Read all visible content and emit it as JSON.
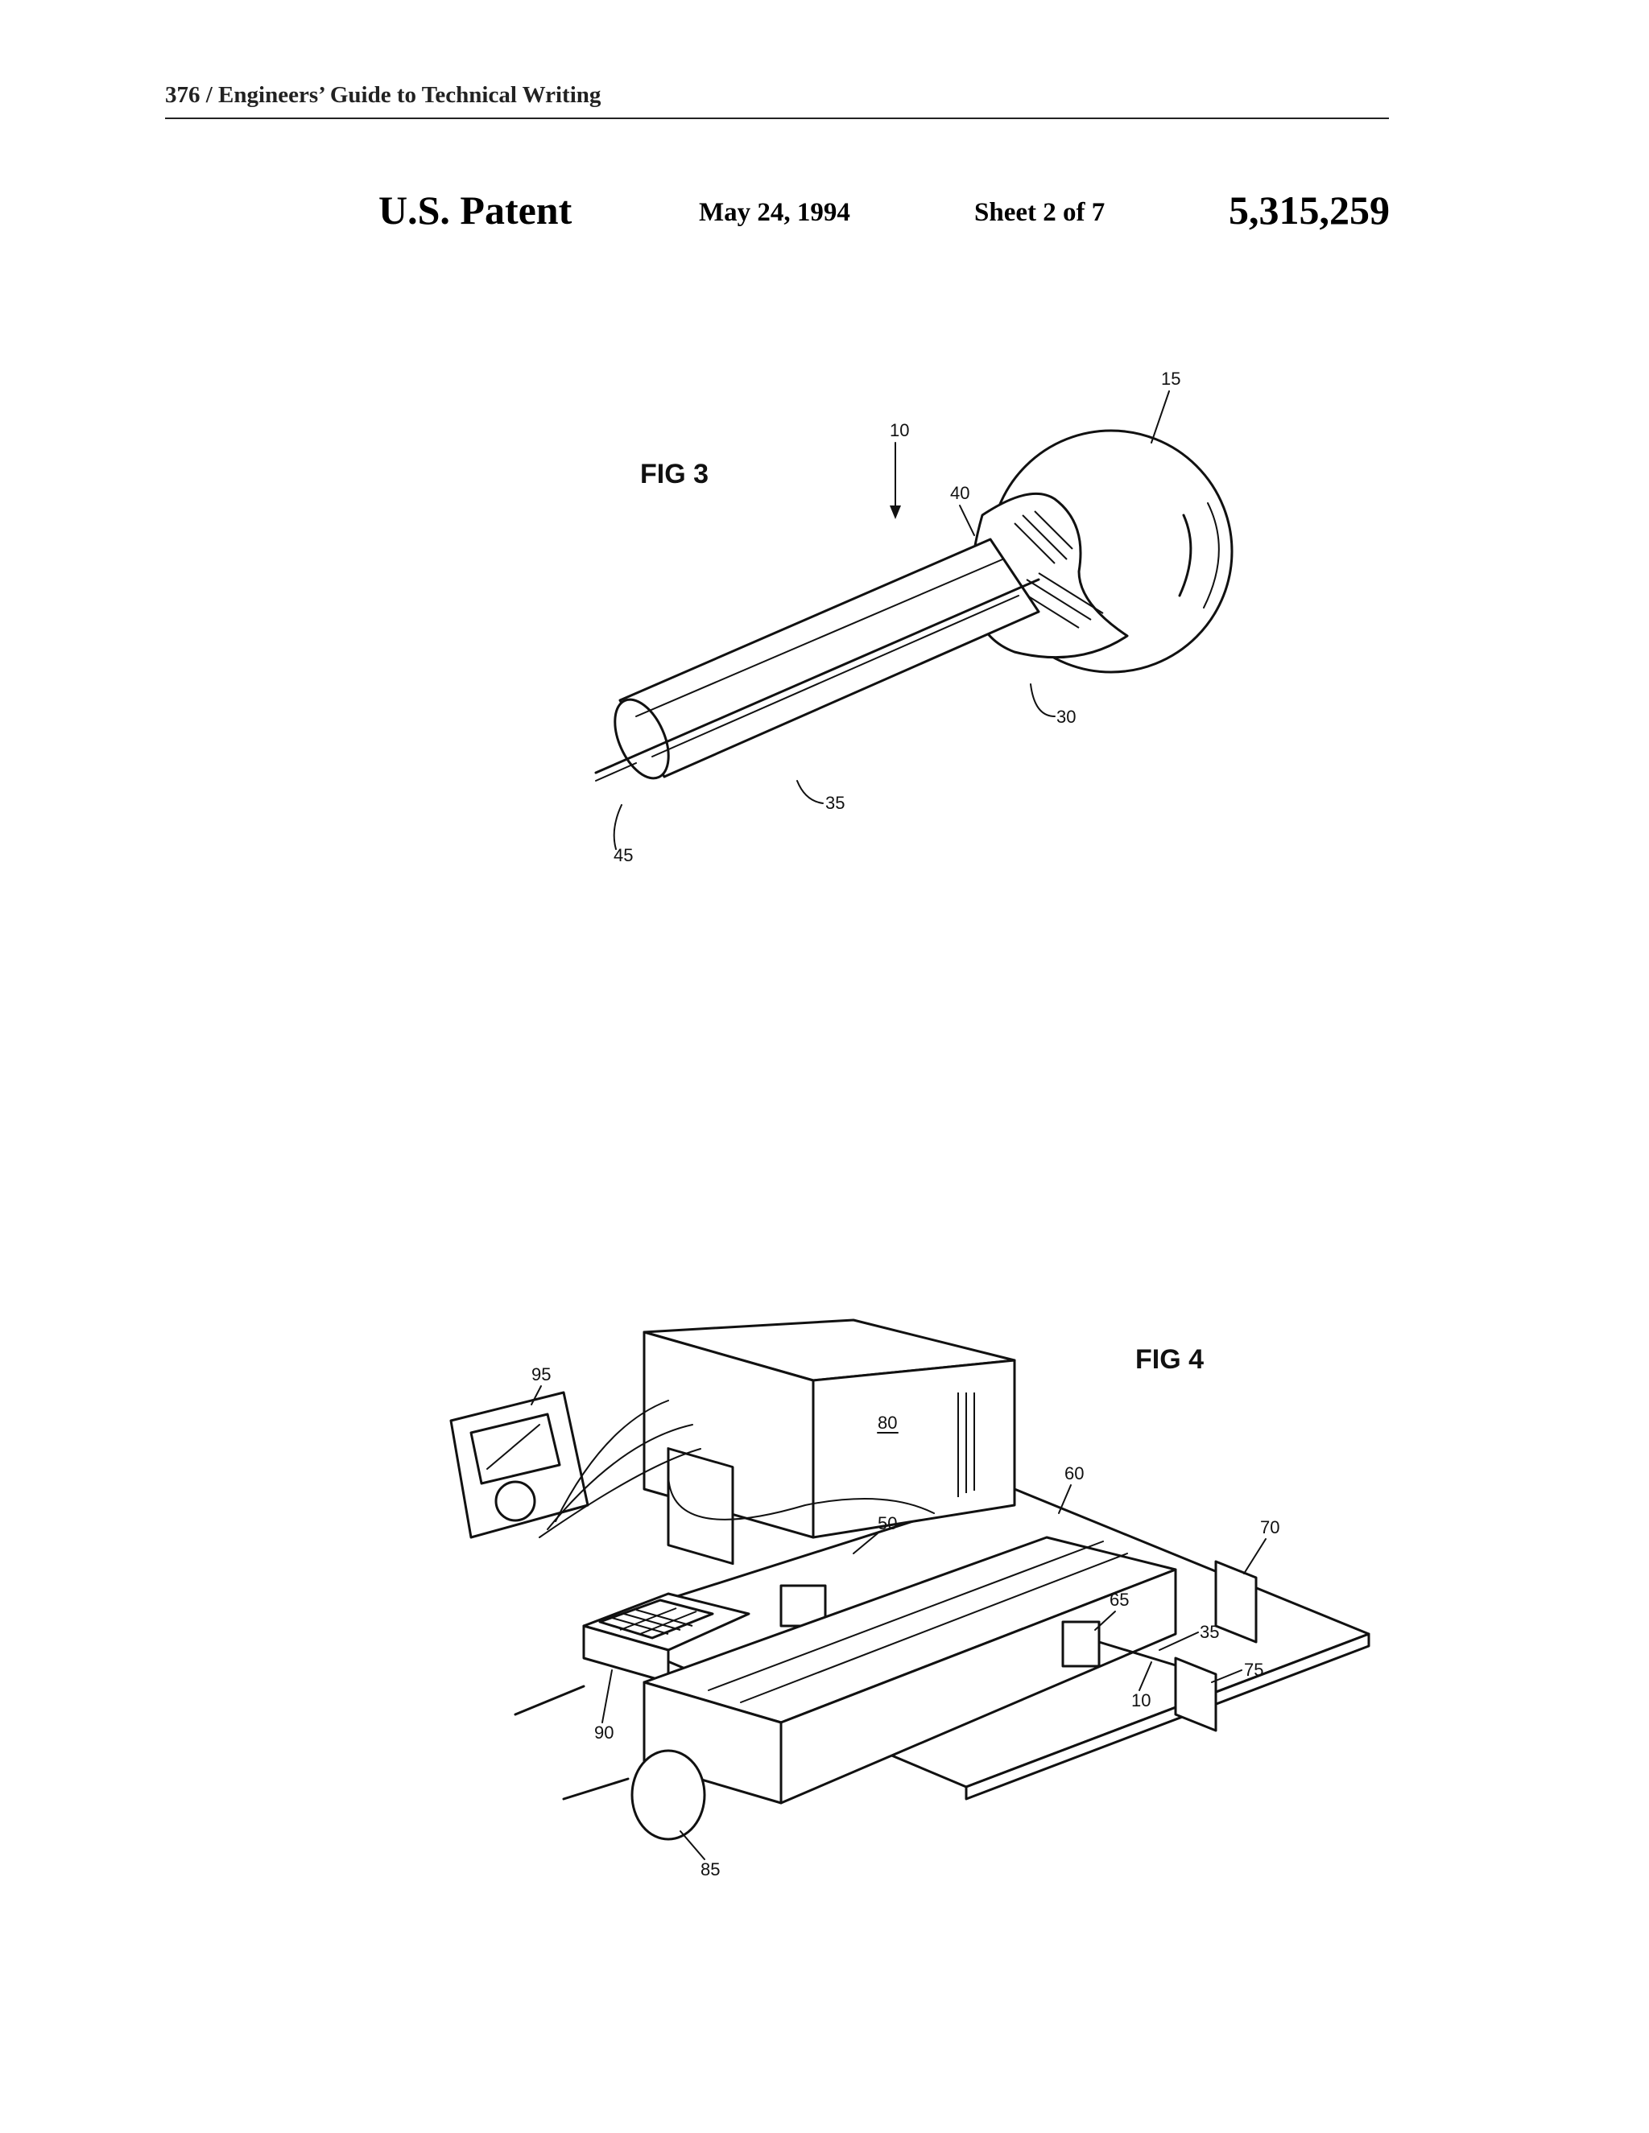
{
  "running_head": "376 / Engineers’ Guide to Technical Writing",
  "patent_header": {
    "title": "U.S. Patent",
    "date": "May 24, 1994",
    "sheet": "Sheet 2 of 7",
    "number": "5,315,259"
  },
  "fig3": {
    "label": "FIG 3",
    "refs": {
      "r15": "15",
      "r10": "10",
      "r40": "40",
      "r30": "30",
      "r35": "35",
      "r45": "45"
    }
  },
  "fig4": {
    "label": "FIG 4",
    "refs": {
      "r95": "95",
      "r80": "80",
      "r60": "60",
      "r50": "50",
      "r70": "70",
      "r65": "65",
      "r35": "35",
      "r75": "75",
      "r10": "10",
      "r90": "90",
      "r85": "85"
    }
  }
}
